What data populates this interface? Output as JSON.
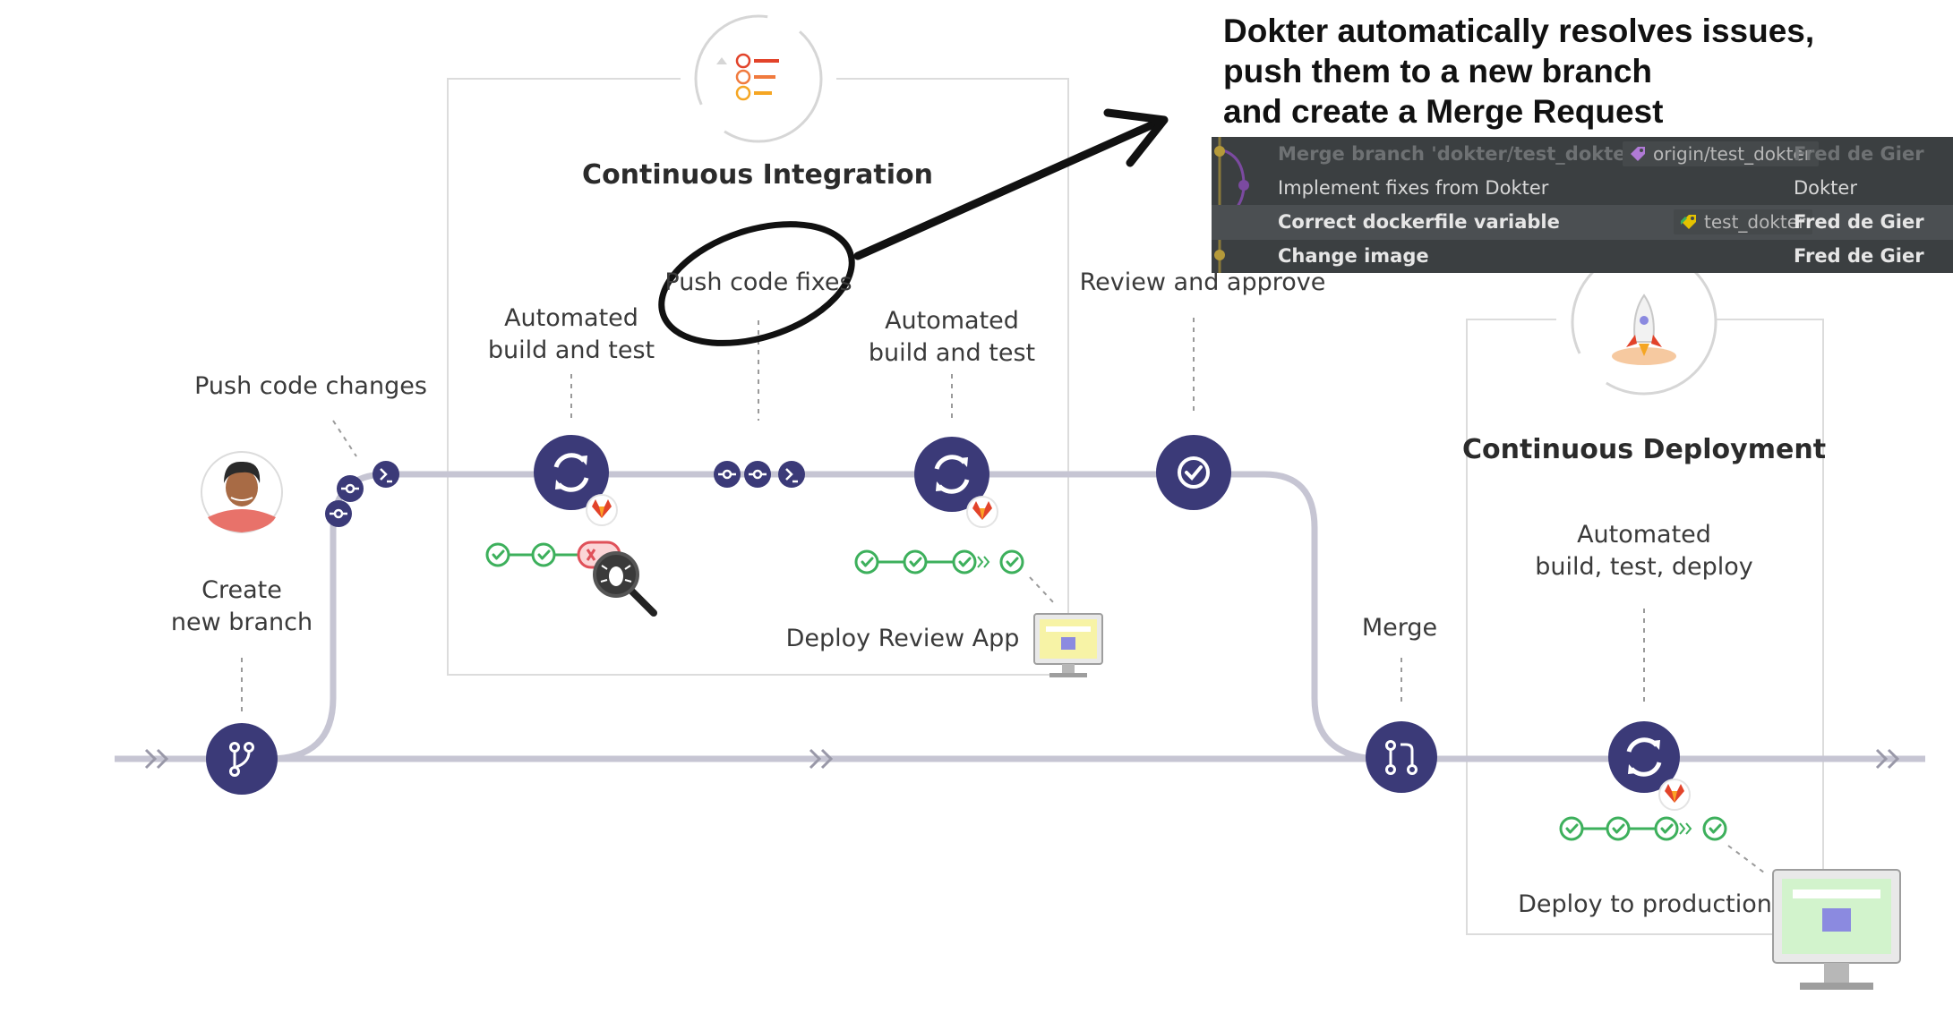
{
  "callout": {
    "line1": "Dokter automatically resolves issues,",
    "line2": "push them to a new branch",
    "line3": "and create a Merge Request"
  },
  "git_log": {
    "rows": [
      {
        "message": "Merge branch 'dokter/test_dokter",
        "tag": "origin/test_dokter",
        "author": "Fred de Gier"
      },
      {
        "message": "Implement fixes from Dokter",
        "tag": "",
        "author": "Dokter"
      },
      {
        "message": "Correct dockerfile variable",
        "tag": "test_dokter",
        "author": "Fred de Gier"
      },
      {
        "message": "Change image",
        "tag": "",
        "author": "Fred de Gier"
      }
    ]
  },
  "ci": {
    "title": "Continuous Integration"
  },
  "cd": {
    "title": "Continuous Deployment"
  },
  "labels": {
    "push_code_changes": "Push code changes",
    "create_branch_1": "Create",
    "create_branch_2": "new branch",
    "auto_build_1a": "Automated",
    "auto_build_1b": "build and test",
    "push_code_fixes": "Push code fixes",
    "auto_build_2a": "Automated",
    "auto_build_2b": "build and test",
    "review_approve": "Review and approve",
    "deploy_review_app": "Deploy Review App",
    "merge": "Merge",
    "cd_auto_1": "Automated",
    "cd_auto_2": "build, test, deploy",
    "deploy_production": "Deploy to production"
  },
  "colors": {
    "node": "#3b3a78",
    "track": "#c6c5d3",
    "check": "#3db05c",
    "fail": "#e0515a",
    "box_border": "#dcdcdc",
    "annotation": "#111111",
    "panel_bg": "#3b3f41",
    "tag_purple": "#b07ad6",
    "tag_yellow": "#e5c200"
  },
  "icons": [
    "branch-icon",
    "sync-icon",
    "check-circle-icon",
    "merge-request-icon",
    "commit-icon",
    "terminal-icon",
    "bug-magnifier-icon",
    "gitlab-fox-icon",
    "monitor-icon",
    "rocket-icon",
    "checklist-icon",
    "person-avatar-icon",
    "arrow-icon"
  ]
}
